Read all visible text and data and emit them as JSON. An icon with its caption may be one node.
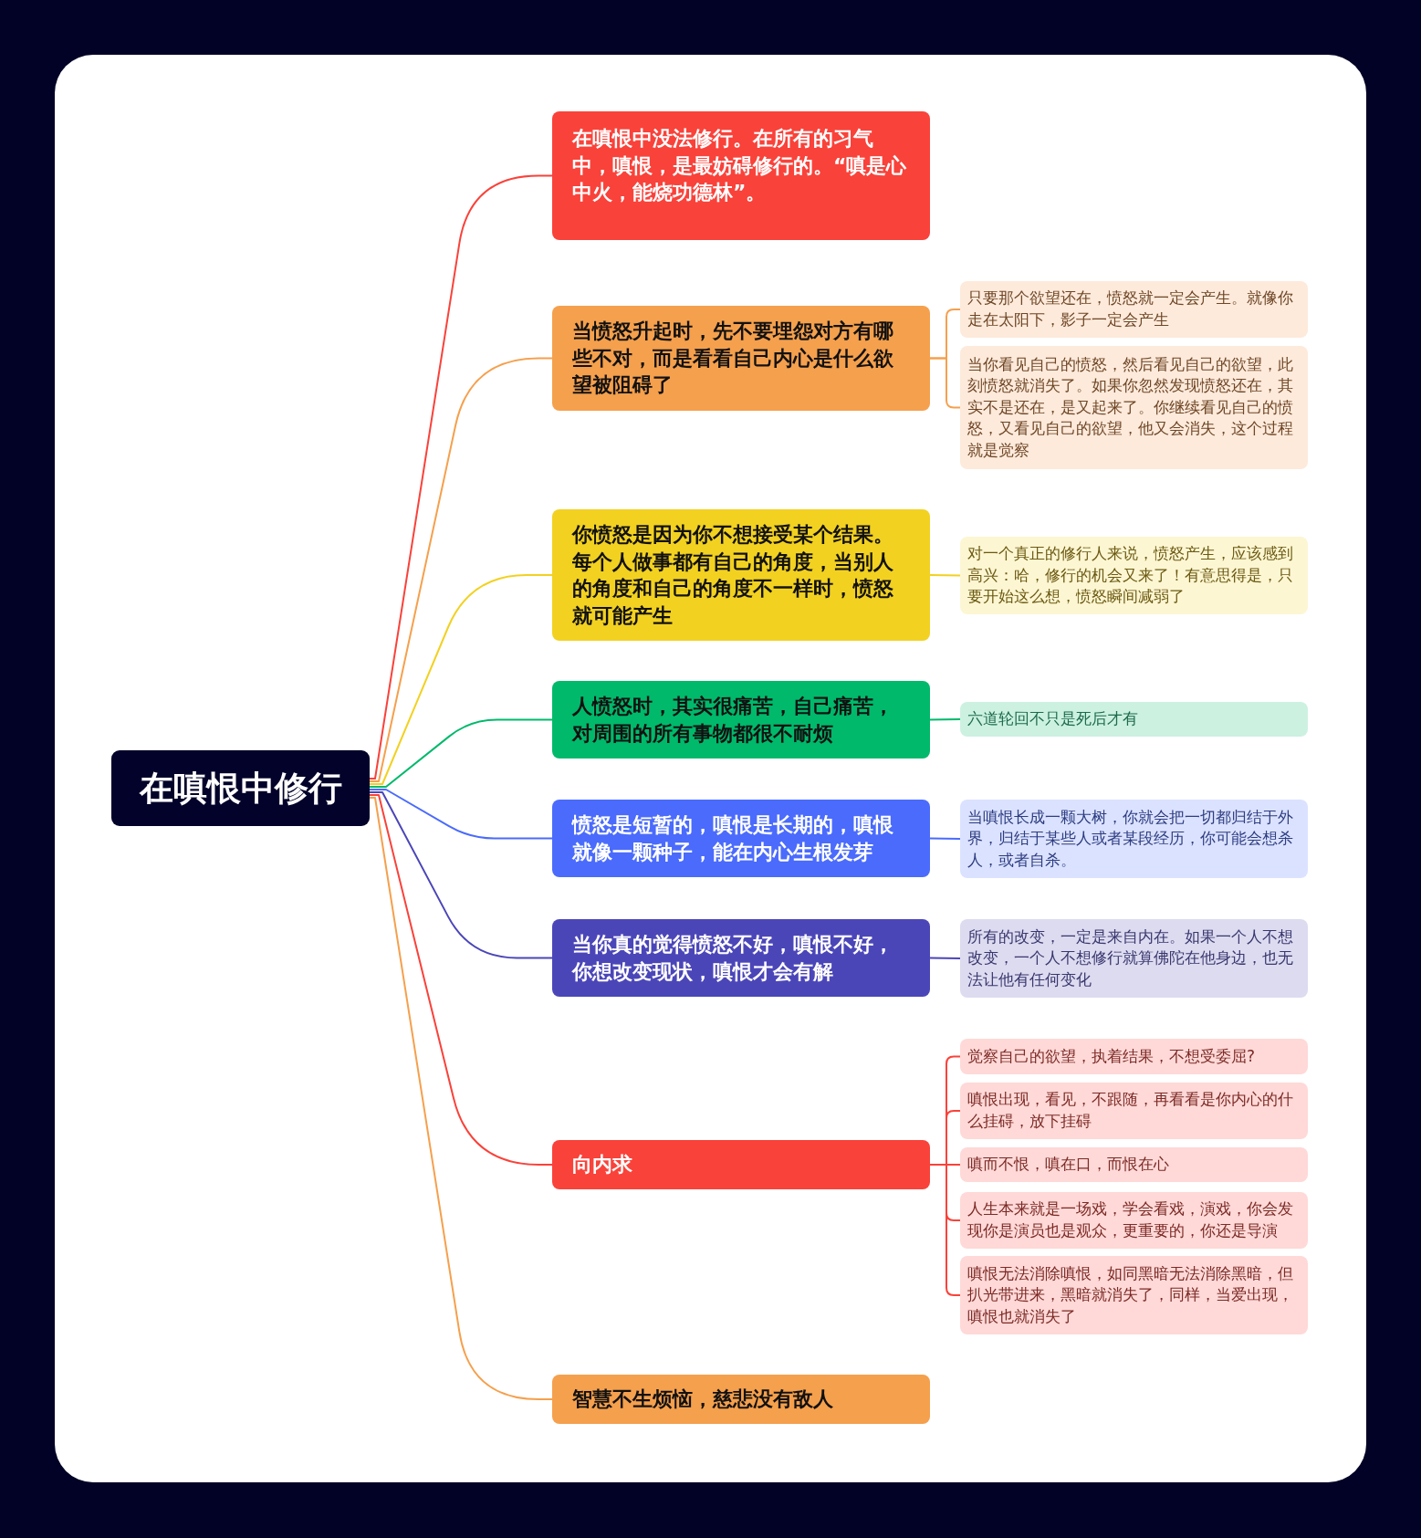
{
  "diagram": {
    "nodes": [
      {
        "text": [
          "在嗔恨中修行"
        ]
      },
      {
        "text": [
          "在嗔恨中没法修行。在所有的习气中，嗔恨，是最妨碍修行的。“嗔是心中火，能烧功德林”。"
        ]
      },
      {
        "text": [
          "当愤怒升起时，先不要埋怨对方有哪些不对，而是看看自己内心是什么欲望被阻碍了"
        ]
      },
      {
        "text": [
          "只要那个欲望还在，愤怒就一定会产生。就像你走在太阳下，影子一定会产生"
        ]
      },
      {
        "text": [
          "当你看见自己的愤怒，然后看见自己的欲望，此刻愤怒就消失了。如果你忽然发现愤怒还在，其实不是还在，是又起来了。你继续看见自己的愤怒，又看见自己的欲望，他又会消失，这个过程就是觉察"
        ]
      },
      {
        "text": [
          "你愤怒是因为你不想接受某个结果。每个人做事都有自己的角度，当别人的角度和自己的角度不一样时，愤怒就可能产生"
        ]
      },
      {
        "text": [
          "对一个真正的修行人来说，愤怒产生，应该感到高兴：哈，修行的机会又来了！有意思得是，只要开始这么想，愤怒瞬间减弱了"
        ]
      },
      {
        "text": [
          "人愤怒时，其实很痛苦，自己痛苦，对周围的所有事物都很不耐烦"
        ]
      },
      {
        "text": [
          "六道轮回不只是死后才有"
        ]
      },
      {
        "text": [
          "愤怒是短暂的，嗔恨是长期的，嗔恨就像一颗种子，能在内心生根发芽"
        ]
      },
      {
        "text": [
          "当嗔恨长成一颗大树，你就会把一切都归结于外界，归结于某些人或者某段经历，你可能会想杀人，或者自杀。"
        ]
      },
      {
        "text": [
          "当你真的觉得愤怒不好，嗔恨不好，你想改变现状，嗔恨才会有解"
        ]
      },
      {
        "text": [
          "所有的改变，一定是来自内在。如果一个人不想改变，一个人不想修行就算佛陀在他身边，也无法让他有任何变化"
        ]
      },
      {
        "text": [
          "向内求"
        ]
      },
      {
        "text": [
          "觉察自己的欲望，执着结果，不想受委屈?"
        ]
      },
      {
        "text": [
          "嗔恨出现，看见，不跟随，再看看是你内心的什么挂碍，放下挂碍"
        ]
      },
      {
        "text": [
          "嗔而不恨，嗔在口，而恨在心"
        ]
      },
      {
        "text": [
          "人生本来就是一场戏，学会看戏，演戏，你会发现你是演员也是观众，更重要的，你还是导演"
        ]
      },
      {
        "text": [
          "嗔恨无法消除嗔恨，如同黑暗无法消除黑暗，但扒光带进来，黑暗就消失了，同样，当爱出现，嗔恨也就消失了"
        ]
      },
      {
        "text": [
          "智慧不生烦恼，慈悲没有敌人"
        ]
      }
    ],
    "edges": [
      {
        "from": 0,
        "to": 1,
        "arrow": "none",
        "color": "#f9423a"
      },
      {
        "from": 0,
        "to": 2,
        "arrow": "none",
        "color": "#f5a04d"
      },
      {
        "from": 0,
        "to": 5,
        "arrow": "none",
        "color": "#f2d121"
      },
      {
        "from": 0,
        "to": 7,
        "arrow": "none",
        "color": "#00b96b"
      },
      {
        "from": 0,
        "to": 9,
        "arrow": "none",
        "color": "#4a6bfc"
      },
      {
        "from": 0,
        "to": 11,
        "arrow": "none",
        "color": "#4b46b8"
      },
      {
        "from": 0,
        "to": 13,
        "arrow": "none",
        "color": "#f9423a"
      },
      {
        "from": 0,
        "to": 19,
        "arrow": "none",
        "color": "#f5a04d"
      },
      {
        "from": 2,
        "to": 3,
        "arrow": "none",
        "color": "#f5a04d"
      },
      {
        "from": 2,
        "to": 4,
        "arrow": "none",
        "color": "#f5a04d"
      },
      {
        "from": 5,
        "to": 6,
        "arrow": "none",
        "color": "#f2d121"
      },
      {
        "from": 7,
        "to": 8,
        "arrow": "none",
        "color": "#00b96b"
      },
      {
        "from": 9,
        "to": 10,
        "arrow": "none",
        "color": "#4a6bfc"
      },
      {
        "from": 11,
        "to": 12,
        "arrow": "none",
        "color": "#4b46b8"
      },
      {
        "from": 13,
        "to": 14,
        "arrow": "none",
        "color": "#f9423a"
      },
      {
        "from": 13,
        "to": 15,
        "arrow": "none",
        "color": "#f9423a"
      },
      {
        "from": 13,
        "to": 16,
        "arrow": "none",
        "color": "#f9423a"
      },
      {
        "from": 13,
        "to": 17,
        "arrow": "none",
        "color": "#f9423a"
      },
      {
        "from": 13,
        "to": 18,
        "arrow": "none",
        "color": "#f9423a"
      }
    ]
  }
}
